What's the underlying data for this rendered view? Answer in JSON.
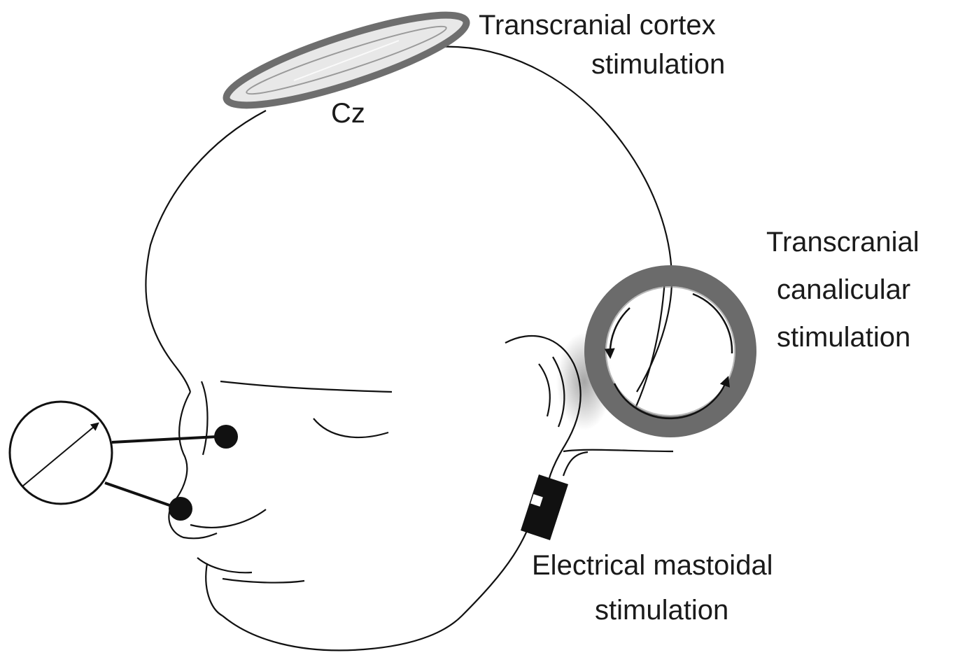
{
  "labels": {
    "cz": "Cz",
    "cortex_line1": "Transcranial cortex",
    "cortex_line2": "stimulation",
    "canalicular_line1": "Transcranial",
    "canalicular_line2": "canalicular",
    "canalicular_line3": "stimulation",
    "mastoid_line1": "Electrical mastoidal",
    "mastoid_line2": "stimulation"
  },
  "colors": {
    "line": "#111111",
    "electrode_ring": "#6e6e6e",
    "electrode_ring_light": "#9a9a9a",
    "fill_black": "#111111"
  }
}
